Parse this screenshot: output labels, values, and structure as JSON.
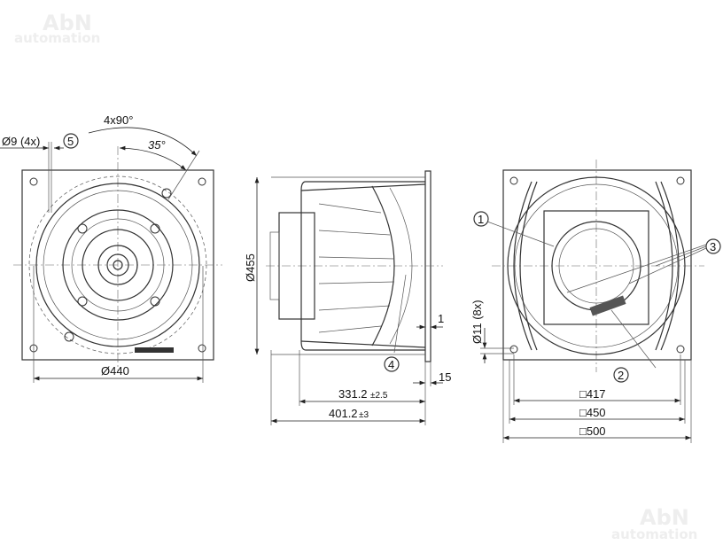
{
  "watermark": {
    "line1": "AbN",
    "line2": "automation"
  },
  "front_view": {
    "hole_label": "Ø9 (4x)",
    "callout_5": "5",
    "angle_pitch": "4x90°",
    "angle_offset": "35°",
    "diameter": "Ø440"
  },
  "side_view": {
    "diameter": "Ø455",
    "callout_4": "4",
    "dim_1": "1",
    "dim_15": "15",
    "length_1": "331.2",
    "length_1_tol": "±2.5",
    "length_2": "401.2",
    "length_2_tol": "±3"
  },
  "rear_view": {
    "callout_1": "1",
    "callout_2": "2",
    "callout_3": "3",
    "hole_label": "Ø11 (8x)",
    "square_1": "□417",
    "square_2": "□450",
    "square_3": "□500"
  }
}
